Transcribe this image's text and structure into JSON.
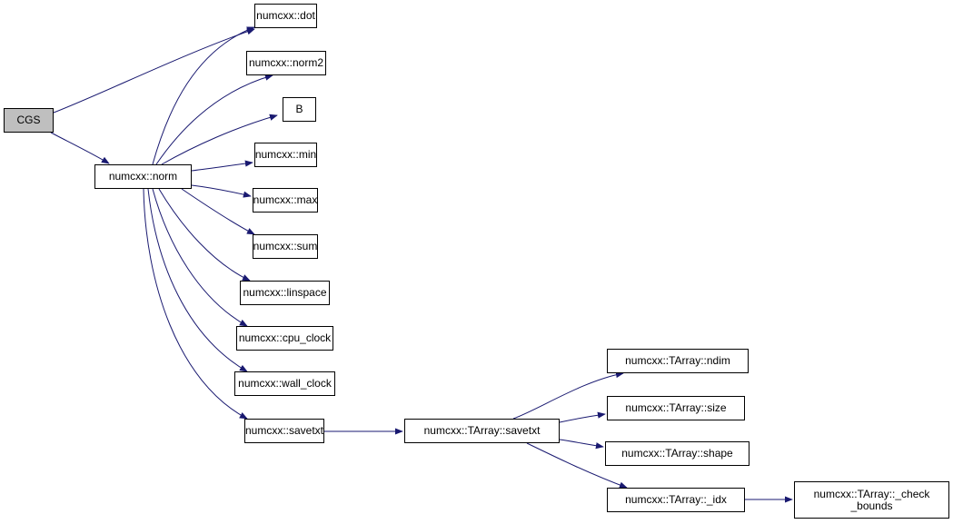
{
  "diagram": {
    "type": "call-graph",
    "colors": {
      "edge": "#191970",
      "root_fill": "#bfbfbf",
      "node_fill": "#ffffff",
      "node_border": "#000000"
    },
    "nodes": [
      {
        "id": "cgs",
        "label": "CGS",
        "root": true
      },
      {
        "id": "norm",
        "label": "numcxx::norm"
      },
      {
        "id": "dot",
        "label": "numcxx::dot"
      },
      {
        "id": "norm2",
        "label": "numcxx::norm2"
      },
      {
        "id": "b",
        "label": "B"
      },
      {
        "id": "min",
        "label": "numcxx::min"
      },
      {
        "id": "max",
        "label": "numcxx::max"
      },
      {
        "id": "sum",
        "label": "numcxx::sum"
      },
      {
        "id": "linspace",
        "label": "numcxx::linspace"
      },
      {
        "id": "cpu_clock",
        "label": "numcxx::cpu_clock"
      },
      {
        "id": "wall_clock",
        "label": "numcxx::wall_clock"
      },
      {
        "id": "savetxt",
        "label": "numcxx::savetxt"
      },
      {
        "id": "tarray_savetxt",
        "label": "numcxx::TArray::savetxt"
      },
      {
        "id": "tarray_ndim",
        "label": "numcxx::TArray::ndim"
      },
      {
        "id": "tarray_size",
        "label": "numcxx::TArray::size"
      },
      {
        "id": "tarray_shape",
        "label": "numcxx::TArray::shape"
      },
      {
        "id": "tarray_idx",
        "label": "numcxx::TArray::_idx"
      },
      {
        "id": "tarray_check_bounds",
        "label": "numcxx::TArray::_check\n_bounds"
      }
    ],
    "edges": [
      {
        "from": "cgs",
        "to": "dot"
      },
      {
        "from": "cgs",
        "to": "norm"
      },
      {
        "from": "norm",
        "to": "dot"
      },
      {
        "from": "norm",
        "to": "norm2"
      },
      {
        "from": "norm",
        "to": "b"
      },
      {
        "from": "norm",
        "to": "min"
      },
      {
        "from": "norm",
        "to": "max"
      },
      {
        "from": "norm",
        "to": "sum"
      },
      {
        "from": "norm",
        "to": "linspace"
      },
      {
        "from": "norm",
        "to": "cpu_clock"
      },
      {
        "from": "norm",
        "to": "wall_clock"
      },
      {
        "from": "norm",
        "to": "savetxt"
      },
      {
        "from": "savetxt",
        "to": "tarray_savetxt"
      },
      {
        "from": "tarray_savetxt",
        "to": "tarray_ndim"
      },
      {
        "from": "tarray_savetxt",
        "to": "tarray_size"
      },
      {
        "from": "tarray_savetxt",
        "to": "tarray_shape"
      },
      {
        "from": "tarray_savetxt",
        "to": "tarray_idx"
      },
      {
        "from": "tarray_idx",
        "to": "tarray_check_bounds"
      }
    ]
  }
}
